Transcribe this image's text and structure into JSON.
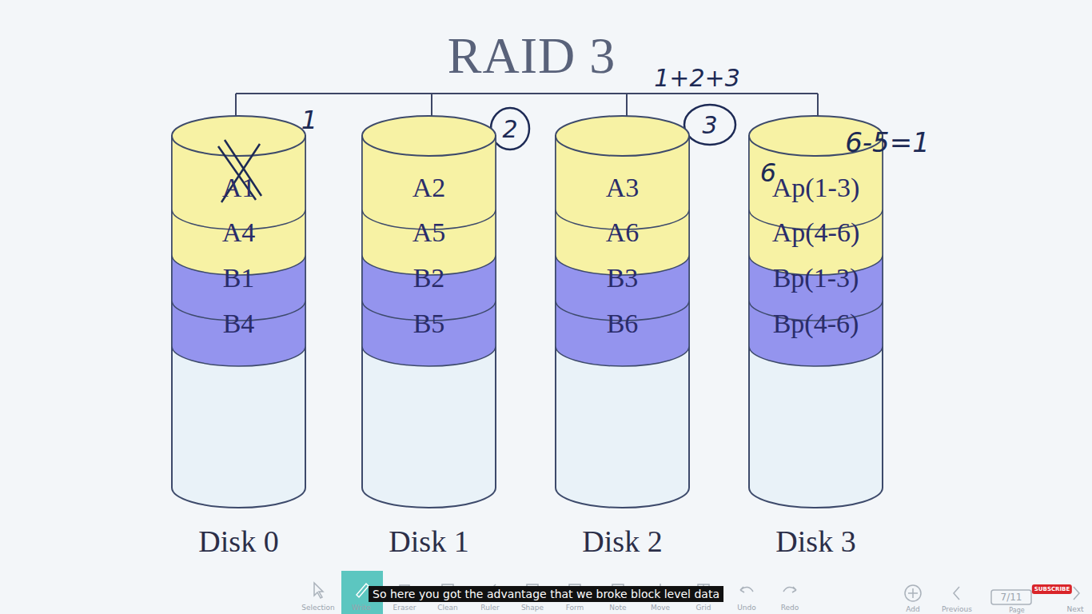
{
  "diagram": {
    "title": "RAID 3",
    "caption": "So here you got the advantage that we broke block level data",
    "nodes": [
      {
        "text": [
          "Disk 0"
        ]
      },
      {
        "text": [
          "A1"
        ],
        "in": 0
      },
      {
        "text": [
          "A4"
        ],
        "in": 0
      },
      {
        "text": [
          "B1"
        ],
        "in": 0
      },
      {
        "text": [
          "B4"
        ],
        "in": 0
      },
      {
        "text": [
          "Disk 1"
        ]
      },
      {
        "text": [
          "A2"
        ],
        "in": 5
      },
      {
        "text": [
          "A5"
        ],
        "in": 5
      },
      {
        "text": [
          "B2"
        ],
        "in": 5
      },
      {
        "text": [
          "B5"
        ],
        "in": 5
      },
      {
        "text": [
          "Disk 2"
        ]
      },
      {
        "text": [
          "A3"
        ],
        "in": 10
      },
      {
        "text": [
          "A6"
        ],
        "in": 10
      },
      {
        "text": [
          "B3"
        ],
        "in": 10
      },
      {
        "text": [
          "B6"
        ],
        "in": 10
      },
      {
        "text": [
          "Disk 3"
        ]
      },
      {
        "text": [
          "Ap(1-3)"
        ],
        "in": 15
      },
      {
        "text": [
          "Ap(4-6)"
        ],
        "in": 15
      },
      {
        "text": [
          "Bp(1-3)"
        ],
        "in": 15
      },
      {
        "text": [
          "Bp(4-6)"
        ],
        "in": 15
      }
    ],
    "labels": [
      "1+2+3",
      "1",
      "2",
      "3",
      "6-5=1",
      "6",
      "Selection",
      "Write",
      "Eraser",
      "Clean",
      "Ruler",
      "Shape",
      "Form",
      "Note",
      "Move",
      "Grid",
      "Undo",
      "Redo",
      "Add",
      "Previous",
      "7/11",
      "Page",
      "Next",
      "SUBSCRIBE"
    ]
  }
}
